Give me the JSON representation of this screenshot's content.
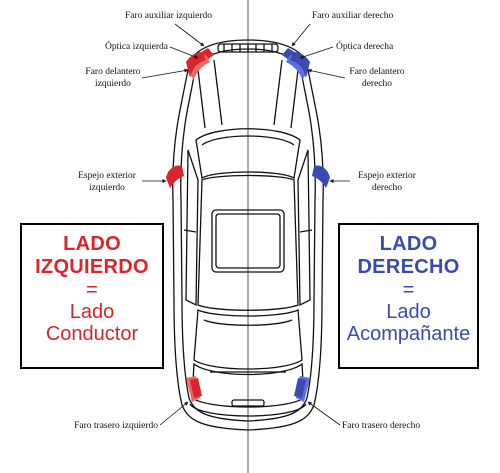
{
  "colors": {
    "left": "#d9252b",
    "right": "#3a4bb0",
    "light_red": "#e86a6a",
    "light_blue": "#5a70e0"
  },
  "labels": {
    "faro_aux_izq": "Faro auxiliar izquierdo",
    "faro_aux_der": "Faro auxiliar derecho",
    "optica_izq": "Óptica izquierda",
    "optica_der": "Óptica derecha",
    "faro_del_izq_l1": "Faro delantero",
    "faro_del_izq_l2": "izquierdo",
    "faro_del_der_l1": "Faro delantero",
    "faro_del_der_l2": "derecho",
    "espejo_izq_l1": "Espejo exterior",
    "espejo_izq_l2": "izquierdo",
    "espejo_der_l1": "Espejo exterior",
    "espejo_der_l2": "derecho",
    "faro_tras_izq": "Faro trasero izquierdo",
    "faro_tras_der": "Faro trasero derecho"
  },
  "left_box": {
    "line1": "LADO",
    "line2": "IZQUIERDO",
    "equals": "=",
    "line3": "Lado",
    "line4": "Conductor"
  },
  "right_box": {
    "line1": "LADO",
    "line2": "DERECHO",
    "equals": "=",
    "line3": "Lado",
    "line4": "Acompañante"
  }
}
